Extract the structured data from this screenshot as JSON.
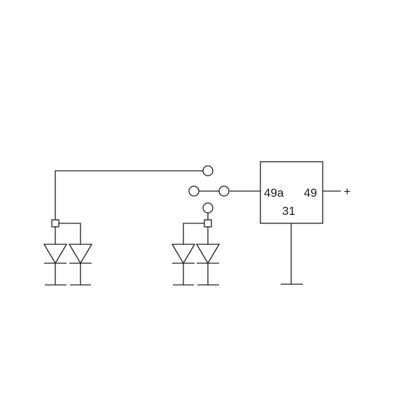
{
  "flasher_unit": {
    "terminal_49a": "49a",
    "terminal_49": "49",
    "terminal_31": "31"
  },
  "supply": {
    "polarity": "+"
  },
  "colors": {
    "line": "#1a1a1a",
    "background": "#ffffff"
  },
  "icons": [
    "diode-icon",
    "ground-icon",
    "switch-contact-icon",
    "junction-icon"
  ]
}
